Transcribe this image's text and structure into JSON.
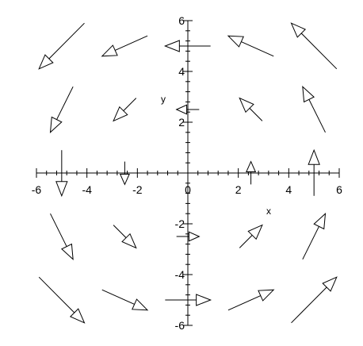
{
  "chart_data": {
    "type": "vector_field",
    "xlabel": "x",
    "ylabel": "y",
    "xlim": [
      -6,
      6
    ],
    "ylim": [
      -6,
      6
    ],
    "x_ticks": [
      "-6",
      "-4",
      "-2",
      "0",
      "2",
      "4",
      "6"
    ],
    "y_ticks": [
      "-6",
      "-4",
      "-2",
      "0",
      "2",
      "4",
      "6"
    ],
    "grid_points_x": [
      -5,
      -2.5,
      0,
      2.5,
      5
    ],
    "grid_points_y": [
      5,
      2.5,
      0,
      -2.5,
      -5
    ],
    "vectors": [
      {
        "x": -5,
        "y": 5,
        "u": -1.8,
        "v": -1.8
      },
      {
        "x": -2.5,
        "y": 5,
        "u": -1.8,
        "v": -0.8
      },
      {
        "x": 0,
        "y": 5,
        "u": -1.8,
        "v": 0
      },
      {
        "x": 2.5,
        "y": 5,
        "u": -1.8,
        "v": 0.8
      },
      {
        "x": 5,
        "y": 5,
        "u": -1.8,
        "v": 1.8
      },
      {
        "x": -5,
        "y": 2.5,
        "u": -0.9,
        "v": -1.8
      },
      {
        "x": -2.5,
        "y": 2.5,
        "u": -0.9,
        "v": -0.9
      },
      {
        "x": 0,
        "y": 2.5,
        "u": -0.9,
        "v": 0
      },
      {
        "x": 2.5,
        "y": 2.5,
        "u": -0.9,
        "v": 0.9
      },
      {
        "x": 5,
        "y": 2.5,
        "u": -0.9,
        "v": 1.8
      },
      {
        "x": -5,
        "y": 0,
        "u": 0,
        "v": -1.8
      },
      {
        "x": -2.5,
        "y": 0,
        "u": 0,
        "v": -0.9
      },
      {
        "x": 0,
        "y": 0,
        "u": 0,
        "v": 0
      },
      {
        "x": 2.5,
        "y": 0,
        "u": 0,
        "v": 0.9
      },
      {
        "x": 5,
        "y": 0,
        "u": 0,
        "v": 1.8
      },
      {
        "x": -5,
        "y": -2.5,
        "u": 0.9,
        "v": -1.8
      },
      {
        "x": -2.5,
        "y": -2.5,
        "u": 0.9,
        "v": -0.9
      },
      {
        "x": 0,
        "y": -2.5,
        "u": 0.9,
        "v": 0
      },
      {
        "x": 2.5,
        "y": -2.5,
        "u": 0.9,
        "v": 0.9
      },
      {
        "x": 5,
        "y": -2.5,
        "u": 0.9,
        "v": 1.8
      },
      {
        "x": -5,
        "y": -5,
        "u": 1.8,
        "v": -1.8
      },
      {
        "x": -2.5,
        "y": -5,
        "u": 1.8,
        "v": -0.8
      },
      {
        "x": 0,
        "y": -5,
        "u": 1.8,
        "v": 0
      },
      {
        "x": 2.5,
        "y": -5,
        "u": 1.8,
        "v": 0.8
      },
      {
        "x": 5,
        "y": -5,
        "u": 1.8,
        "v": 1.8
      }
    ]
  }
}
